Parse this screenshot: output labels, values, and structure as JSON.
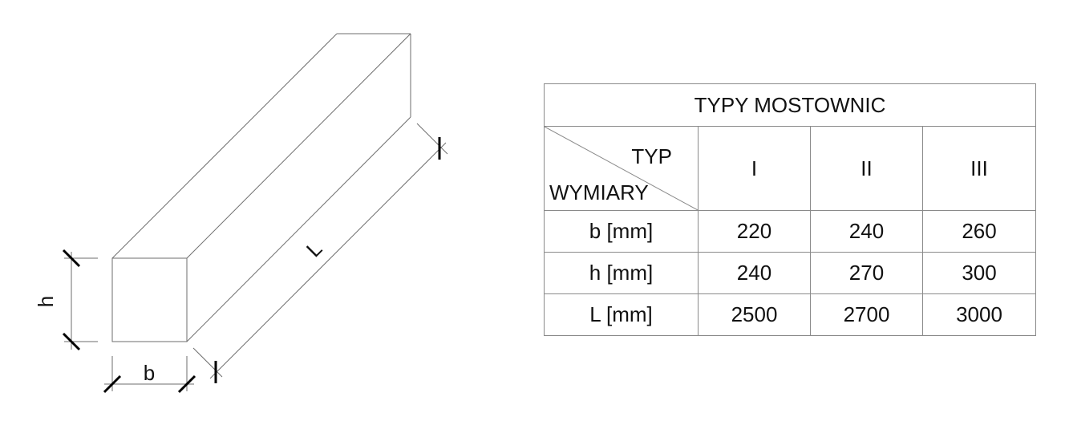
{
  "drawing": {
    "dimensions": [
      {
        "symbol": "h"
      },
      {
        "symbol": "b"
      },
      {
        "symbol": "L"
      }
    ]
  },
  "table": {
    "title": "TYPY MOSTOWNIC",
    "corner_top": "TYP",
    "corner_bottom": "WYMIARY",
    "types": [
      "I",
      "II",
      "III"
    ],
    "rows": [
      {
        "label": "b [mm]",
        "values": [
          "220",
          "240",
          "260"
        ]
      },
      {
        "label": "h [mm]",
        "values": [
          "240",
          "270",
          "300"
        ]
      },
      {
        "label": "L [mm]",
        "values": [
          "2500",
          "2700",
          "3000"
        ]
      }
    ]
  }
}
